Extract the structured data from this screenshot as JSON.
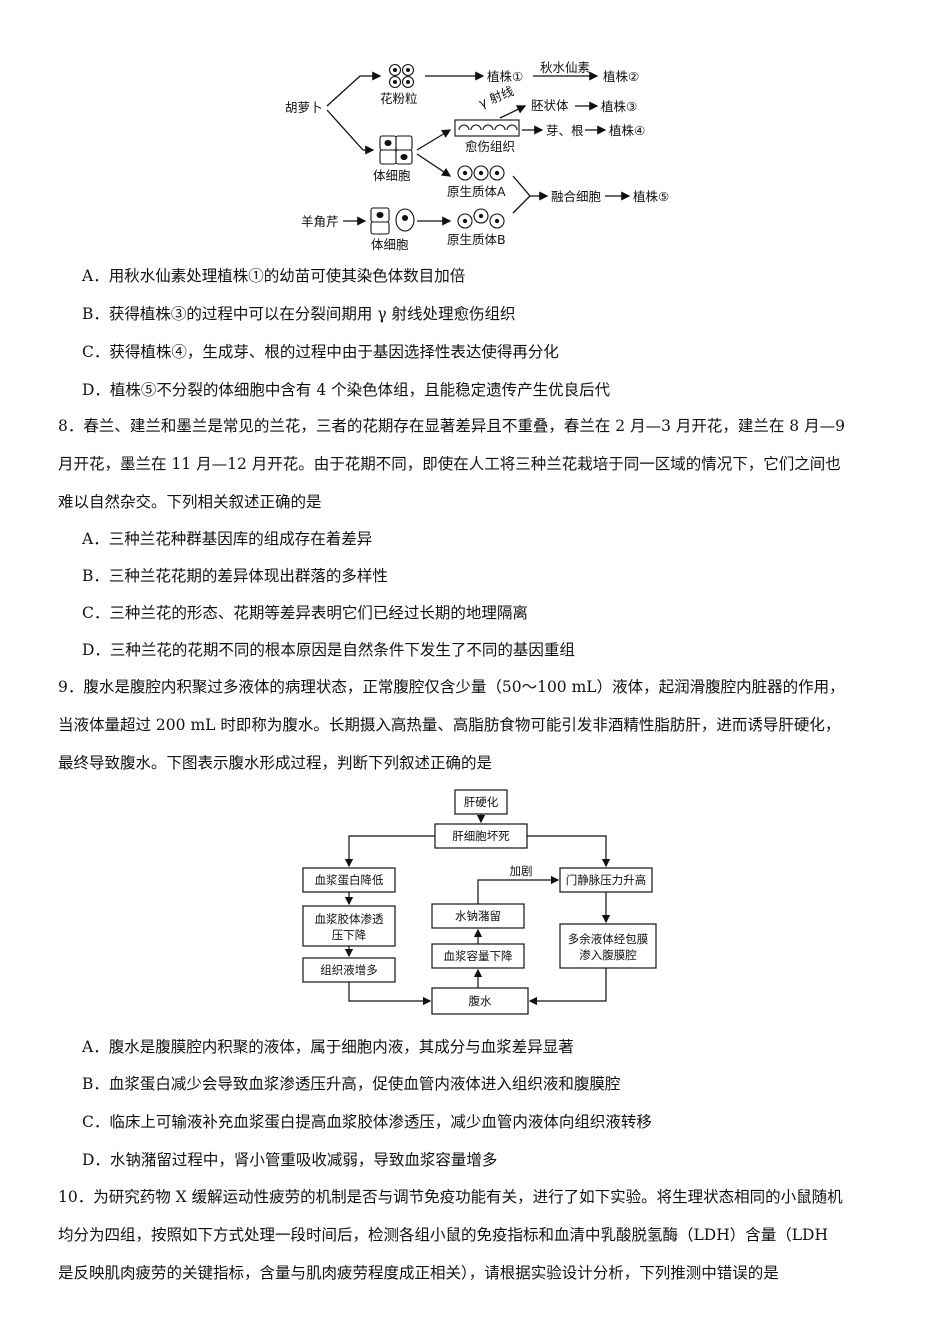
{
  "diagram1": {
    "carrot": "胡萝卜",
    "pollen": "花粉粒",
    "plant1": "植株①",
    "colchicine": "秋水仙素",
    "plant2": "植株②",
    "gamma": "γ 射线",
    "embryoid": "胚状体",
    "plant3": "植株③",
    "callus": "愈伤组织",
    "bud_root": "芽、根",
    "plant4": "植株④",
    "somatic_cell_1": "体细胞",
    "protoplast_a": "原生质体A",
    "fused_cell": "融合细胞",
    "plant5": "植株⑤",
    "yangjiaoqin": "羊角芹",
    "somatic_cell_2": "体细胞",
    "protoplast_b": "原生质体B"
  },
  "q7_options": [
    "A．用秋水仙素处理植株①的幼苗可使其染色体数目加倍",
    "B．获得植株③的过程中可以在分裂间期用 γ 射线处理愈伤组织",
    "C．获得植株④，生成芽、根的过程中由于基因选择性表达使得再分化",
    "D．植株⑤不分裂的体细胞中含有 4 个染色体组，且能稳定遗传产生优良后代"
  ],
  "q8": {
    "stem_lines": [
      "8．春兰、建兰和墨兰是常见的兰花，三者的花期存在显著差异且不重叠，春兰在 2 月—3 月开花，建兰在 8 月—9",
      "月开花，墨兰在 11 月—12 月开花。由于花期不同，即使在人工将三种兰花栽培于同一区域的情况下，它们之间也",
      "难以自然杂交。下列相关叙述正确的是"
    ],
    "options": [
      "A．三种兰花种群基因库的组成存在着差异",
      "B．三种兰花花期的差异体现出群落的多样性",
      "C．三种兰花的形态、花期等差异表明它们已经过长期的地理隔离",
      "D．三种兰花的花期不同的根本原因是自然条件下发生了不同的基因重组"
    ]
  },
  "q9": {
    "stem_lines": [
      "9．腹水是腹腔内积聚过多液体的病理状态，正常腹腔仅含少量（50～100 mL）液体，起润滑腹腔内脏器的作用，",
      "当液体量超过 200 mL 时即称为腹水。长期摄入高热量、高脂肪食物可能引发非酒精性脂肪肝，进而诱导肝硬化，",
      "最终导致腹水。下图表示腹水形成过程，判断下列叙述正确的是"
    ],
    "options": [
      "A．腹水是腹膜腔内积聚的液体，属于细胞内液，其成分与血浆差异显著",
      "B．血浆蛋白减少会导致血浆渗透压升高，促使血管内液体进入组织液和腹膜腔",
      "C．临床上可输液补充血浆蛋白提高血浆胶体渗透压，减少血管内液体向组织液转移",
      "D．水钠潴留过程中，肾小管重吸收减弱，导致血浆容量增多"
    ]
  },
  "diagram2": {
    "cirrhosis": "肝硬化",
    "hepatocyte_necrosis": "肝细胞坏死",
    "protein_low": "血浆蛋白降低",
    "colloid_1": "血浆胶体渗透",
    "colloid_2": "压下降",
    "tissue_fluid": "组织液增多",
    "aggravate": "加剧",
    "sodium_retention": "水钠潴留",
    "plasma_volume": "血浆容量下降",
    "portal_pressure": "门静脉压力升高",
    "excess_1": "多余液体经包膜",
    "excess_2": "渗入腹膜腔",
    "ascites": "腹水"
  },
  "q10": {
    "stem_lines": [
      "10．为研究药物 X 缓解运动性疲劳的机制是否与调节免疫功能有关，进行了如下实验。将生理状态相同的小鼠随机",
      "均分为四组，按照如下方式处理一段时间后，检测各组小鼠的免疫指标和血清中乳酸脱氢酶（LDH）含量（LDH",
      "是反映肌肉疲劳的关键指标，含量与肌肉疲劳程度成正相关），请根据实验设计分析，下列推测中错误的是"
    ]
  }
}
